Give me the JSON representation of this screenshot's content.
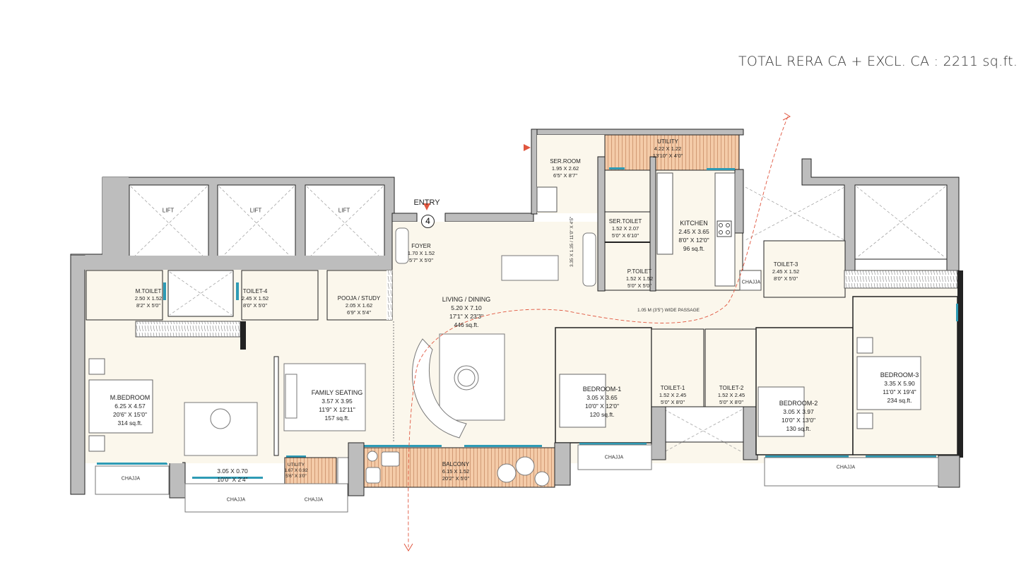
{
  "header": {
    "total_area": "TOTAL RERA CA + EXCL. CA : 2211 sq.ft."
  },
  "entry": {
    "label": "ENTRY",
    "number": "4"
  },
  "colors": {
    "wall": "#bdbdbd",
    "floor": "#fbf7ec",
    "deck": "#f3c9a6",
    "window": "#2e9bb5",
    "circulation_arrow": "#e0563f"
  },
  "lifts": [
    "LIFT",
    "LIFT",
    "LIFT"
  ],
  "rooms": {
    "ser_room": {
      "name": "SER.ROOM",
      "metric": "1.95 X 2.62",
      "imperial": "6'5\" X 8'7\""
    },
    "utility_top": {
      "name": "UTILITY",
      "metric": "4.22 X 1.22",
      "imperial": "13'10\" X 4'0\""
    },
    "ser_toilet": {
      "name": "SER.TOILET",
      "metric": "1.52 X 2.07",
      "imperial": "5'0\" X 6'10\""
    },
    "p_toilet": {
      "name": "P.TOILET",
      "metric": "1.52 X 1.52",
      "imperial": "5'0\" X 5'0\""
    },
    "kitchen": {
      "name": "KITCHEN",
      "metric": "2.45 X 3.65",
      "imperial": "8'0\" X 12'0\"",
      "area": "96 sq.ft."
    },
    "foyer": {
      "name": "FOYER",
      "metric": "1.70 X 1.52",
      "imperial": "5'7\" X 5'0\""
    },
    "living_dining": {
      "name": "LIVING / DINING",
      "metric": "5.20 X 7.10",
      "imperial": "17'1\" X 23'3\"",
      "area": "446 sq.ft."
    },
    "dining_dim": {
      "metric": "3.35 X 1.35",
      "imperial": "11'0\" X 4'5\""
    },
    "m_toilet": {
      "name": "M.TOILET",
      "metric": "2.50 X 1.52",
      "imperial": "8'2\" X 5'0\""
    },
    "toilet_4": {
      "name": "TOILET-4",
      "metric": "2.45 X 1.52",
      "imperial": "8'0\" X 5'0\""
    },
    "pooja_study": {
      "name": "POOJA / STUDY",
      "metric": "2.05 X 1.62",
      "imperial": "6'9\" X 5'4\""
    },
    "toilet_3": {
      "name": "TOILET-3",
      "metric": "2.45 X 1.52",
      "imperial": "8'0\" X 5'0\""
    },
    "m_bedroom": {
      "name": "M.BEDROOM",
      "metric": "6.25 X 4.57",
      "imperial": "20'6\" X 15'0\"",
      "area": "314 sq.ft."
    },
    "family_seating": {
      "name": "FAMILY SEATING",
      "metric": "3.57 X 3.95",
      "imperial": "11'9\" X 12'11\"",
      "area": "157 sq.ft."
    },
    "m_bed_bay": {
      "metric": "3.05 X 0.70",
      "imperial": "10'0\" X 2'4\""
    },
    "utility_bottom": {
      "name": "UTILITY",
      "metric": "1.67 X 0.92",
      "imperial": "5'6\" X 3'0\""
    },
    "balcony": {
      "name": "BALCONY",
      "metric": "6.15 X 1.52",
      "imperial": "20'2\" X 5'0\""
    },
    "bedroom_1": {
      "name": "BEDROOM-1",
      "metric": "3.05 X 3.65",
      "imperial": "10'0\" X 12'0\"",
      "area": "120 sq.ft."
    },
    "toilet_1": {
      "name": "TOILET-1",
      "metric": "1.52 X 2.45",
      "imperial": "5'0\" X 8'0\""
    },
    "toilet_2": {
      "name": "TOILET-2",
      "metric": "1.52 X 2.45",
      "imperial": "5'0\" X 8'0\""
    },
    "bedroom_2": {
      "name": "BEDROOM-2",
      "metric": "3.05 X 3.97",
      "imperial": "10'0\" X 13'0\"",
      "area": "130 sq.ft."
    },
    "bedroom_3": {
      "name": "BEDROOM-3",
      "metric": "3.35 X 5.90",
      "imperial": "11'0\" X 19'4\"",
      "area": "234 sq.ft."
    }
  },
  "passage": "1.05 M (3'5\") WIDE PASSAGE",
  "chajja_label": "CHAJJA"
}
